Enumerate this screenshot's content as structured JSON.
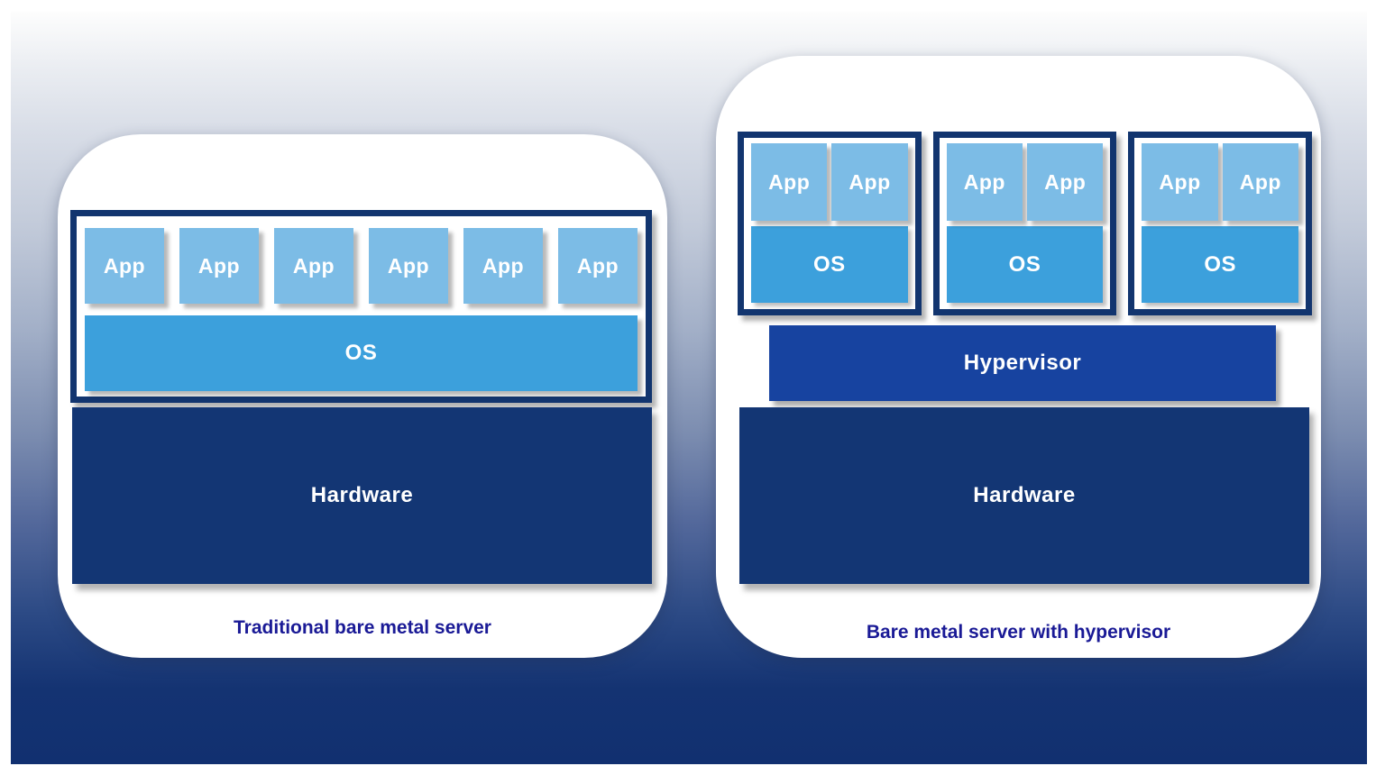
{
  "colors": {
    "app_box": "#7cbce6",
    "os_bar": "#3ca0dc",
    "hardware": "#133674",
    "hypervisor": "#1743a0",
    "box_border": "#12356f",
    "caption_text": "#1a1a96",
    "background_top": "#fdfdfd",
    "background_bottom": "#113070"
  },
  "left_panel": {
    "caption": "Traditional bare metal server",
    "app_labels": [
      "App",
      "App",
      "App",
      "App",
      "App",
      "App"
    ],
    "os_label": "OS",
    "hardware_label": "Hardware"
  },
  "right_panel": {
    "caption": "Bare metal server with hypervisor",
    "vms": [
      {
        "app_labels": [
          "App",
          "App"
        ],
        "os_label": "OS"
      },
      {
        "app_labels": [
          "App",
          "App"
        ],
        "os_label": "OS"
      },
      {
        "app_labels": [
          "App",
          "App"
        ],
        "os_label": "OS"
      }
    ],
    "hypervisor_label": "Hypervisor",
    "hardware_label": "Hardware"
  }
}
